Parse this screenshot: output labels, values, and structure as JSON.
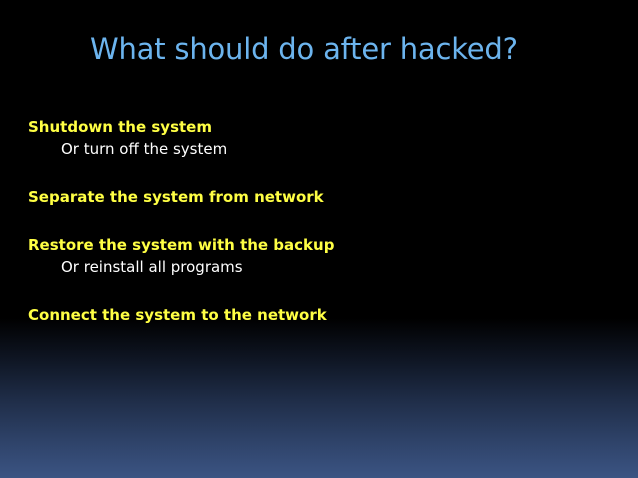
{
  "slide": {
    "title": "What should do after hacked?",
    "items": [
      {
        "heading": "Shutdown the system",
        "sub": "Or turn off the system"
      },
      {
        "heading": "Separate the system from network"
      },
      {
        "heading": "Restore the system with the backup",
        "sub": "Or reinstall all programs"
      },
      {
        "heading": "Connect the system to the network"
      }
    ]
  },
  "colors": {
    "title": "#6cb4ee",
    "heading": "#ffff44",
    "sub": "#ffffff",
    "background_top": "#000000",
    "background_bottom": "#3b5483"
  }
}
